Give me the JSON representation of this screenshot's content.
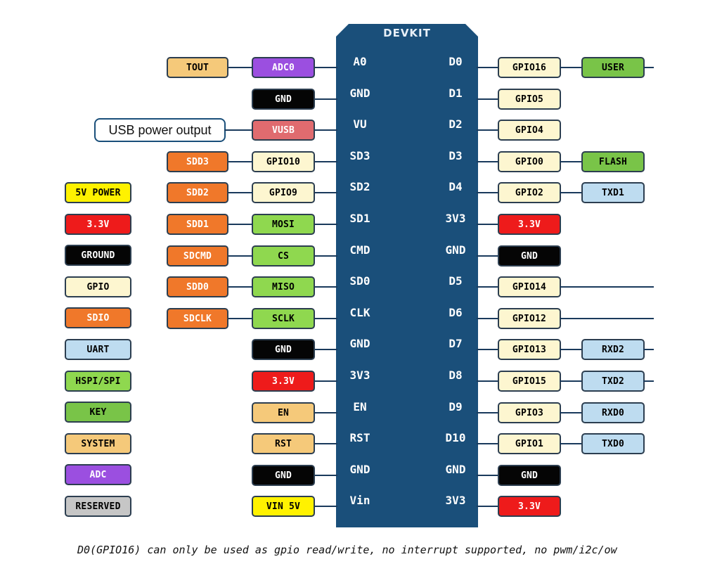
{
  "colors": {
    "tout": "#f5c97a",
    "adc": "#9b4fe0",
    "black": "#050505",
    "vusb": "#e06b6f",
    "sdio": "#f0782a",
    "gpio": "#fdf6d0",
    "spi": "#8fd84f",
    "red": "#ee1b1b",
    "system": "#f5c97a",
    "vin": "#fff200",
    "key": "#79c448",
    "uart": "#bedcf0",
    "reserved": "#c6c6c6",
    "power5v": "#fff200",
    "board": "#1a4f7a"
  },
  "board": {
    "title": "DEVKIT"
  },
  "usb_callout": "USB power output",
  "footnote": "D0(GPIO16) can only be used as gpio read/write, no interrupt supported, no pwm/i2c/ow",
  "legend": [
    {
      "label": "5V POWER",
      "color": "power5v",
      "text": "#000"
    },
    {
      "label": "3.3V",
      "color": "red",
      "text": "#fff"
    },
    {
      "label": "GROUND",
      "color": "black",
      "text": "#fff"
    },
    {
      "label": "GPIO",
      "color": "gpio",
      "text": "#000"
    },
    {
      "label": "SDIO",
      "color": "sdio",
      "text": "#fff"
    },
    {
      "label": "UART",
      "color": "uart",
      "text": "#000"
    },
    {
      "label": "HSPI/SPI",
      "color": "spi",
      "text": "#000"
    },
    {
      "label": "KEY",
      "color": "key",
      "text": "#000"
    },
    {
      "label": "SYSTEM",
      "color": "system",
      "text": "#000"
    },
    {
      "label": "ADC",
      "color": "adc",
      "text": "#fff"
    },
    {
      "label": "RESERVED",
      "color": "reserved",
      "text": "#000"
    }
  ],
  "left_pins": [
    {
      "pin": "A0",
      "func": {
        "label": "ADC0",
        "color": "adc",
        "text": "#fff"
      },
      "alt": {
        "label": "TOUT",
        "color": "tout",
        "text": "#000"
      }
    },
    {
      "pin": "GND",
      "func": {
        "label": "GND",
        "color": "black",
        "text": "#fff"
      }
    },
    {
      "pin": "VU",
      "func": {
        "label": "VUSB",
        "color": "vusb",
        "text": "#fff"
      },
      "callout": true
    },
    {
      "pin": "SD3",
      "func": {
        "label": "GPIO10",
        "color": "gpio",
        "text": "#000"
      },
      "alt": {
        "label": "SDD3",
        "color": "sdio",
        "text": "#fff"
      }
    },
    {
      "pin": "SD2",
      "func": {
        "label": "GPIO9",
        "color": "gpio",
        "text": "#000"
      },
      "alt": {
        "label": "SDD2",
        "color": "sdio",
        "text": "#fff"
      }
    },
    {
      "pin": "SD1",
      "func": {
        "label": "MOSI",
        "color": "spi",
        "text": "#000"
      },
      "alt": {
        "label": "SDD1",
        "color": "sdio",
        "text": "#fff"
      }
    },
    {
      "pin": "CMD",
      "func": {
        "label": "CS",
        "color": "spi",
        "text": "#000"
      },
      "alt": {
        "label": "SDCMD",
        "color": "sdio",
        "text": "#fff"
      }
    },
    {
      "pin": "SD0",
      "func": {
        "label": "MISO",
        "color": "spi",
        "text": "#000"
      },
      "alt": {
        "label": "SDD0",
        "color": "sdio",
        "text": "#fff"
      }
    },
    {
      "pin": "CLK",
      "func": {
        "label": "SCLK",
        "color": "spi",
        "text": "#000"
      },
      "alt": {
        "label": "SDCLK",
        "color": "sdio",
        "text": "#fff"
      }
    },
    {
      "pin": "GND",
      "func": {
        "label": "GND",
        "color": "black",
        "text": "#fff"
      }
    },
    {
      "pin": "3V3",
      "func": {
        "label": "3.3V",
        "color": "red",
        "text": "#fff"
      }
    },
    {
      "pin": "EN",
      "func": {
        "label": "EN",
        "color": "system",
        "text": "#000"
      }
    },
    {
      "pin": "RST",
      "func": {
        "label": "RST",
        "color": "system",
        "text": "#000"
      }
    },
    {
      "pin": "GND",
      "func": {
        "label": "GND",
        "color": "black",
        "text": "#fff"
      }
    },
    {
      "pin": "Vin",
      "func": {
        "label": "VIN 5V",
        "color": "vin",
        "text": "#000"
      }
    }
  ],
  "right_pins": [
    {
      "pin": "D0",
      "func": {
        "label": "GPIO16",
        "color": "gpio",
        "text": "#000"
      },
      "alt": {
        "label": "USER",
        "color": "key",
        "text": "#000"
      },
      "ext": true
    },
    {
      "pin": "D1",
      "func": {
        "label": "GPIO5",
        "color": "gpio",
        "text": "#000"
      }
    },
    {
      "pin": "D2",
      "func": {
        "label": "GPIO4",
        "color": "gpio",
        "text": "#000"
      }
    },
    {
      "pin": "D3",
      "func": {
        "label": "GPIO0",
        "color": "gpio",
        "text": "#000"
      },
      "alt": {
        "label": "FLASH",
        "color": "key",
        "text": "#000"
      }
    },
    {
      "pin": "D4",
      "func": {
        "label": "GPIO2",
        "color": "gpio",
        "text": "#000"
      },
      "alt": {
        "label": "TXD1",
        "color": "uart",
        "text": "#000"
      }
    },
    {
      "pin": "3V3",
      "func": {
        "label": "3.3V",
        "color": "red",
        "text": "#fff"
      }
    },
    {
      "pin": "GND",
      "func": {
        "label": "GND",
        "color": "black",
        "text": "#fff"
      }
    },
    {
      "pin": "D5",
      "func": {
        "label": "GPIO14",
        "color": "gpio",
        "text": "#000"
      },
      "ext": true
    },
    {
      "pin": "D6",
      "func": {
        "label": "GPIO12",
        "color": "gpio",
        "text": "#000"
      },
      "ext": true
    },
    {
      "pin": "D7",
      "func": {
        "label": "GPIO13",
        "color": "gpio",
        "text": "#000"
      },
      "alt": {
        "label": "RXD2",
        "color": "uart",
        "text": "#000"
      },
      "ext": true
    },
    {
      "pin": "D8",
      "func": {
        "label": "GPIO15",
        "color": "gpio",
        "text": "#000"
      },
      "alt": {
        "label": "TXD2",
        "color": "uart",
        "text": "#000"
      },
      "ext": true
    },
    {
      "pin": "D9",
      "func": {
        "label": "GPIO3",
        "color": "gpio",
        "text": "#000"
      },
      "alt": {
        "label": "RXD0",
        "color": "uart",
        "text": "#000"
      }
    },
    {
      "pin": "D10",
      "func": {
        "label": "GPIO1",
        "color": "gpio",
        "text": "#000"
      },
      "alt": {
        "label": "TXD0",
        "color": "uart",
        "text": "#000"
      }
    },
    {
      "pin": "GND",
      "func": {
        "label": "GND",
        "color": "black",
        "text": "#fff"
      }
    },
    {
      "pin": "3V3",
      "func": {
        "label": "3.3V",
        "color": "red",
        "text": "#fff"
      }
    }
  ]
}
